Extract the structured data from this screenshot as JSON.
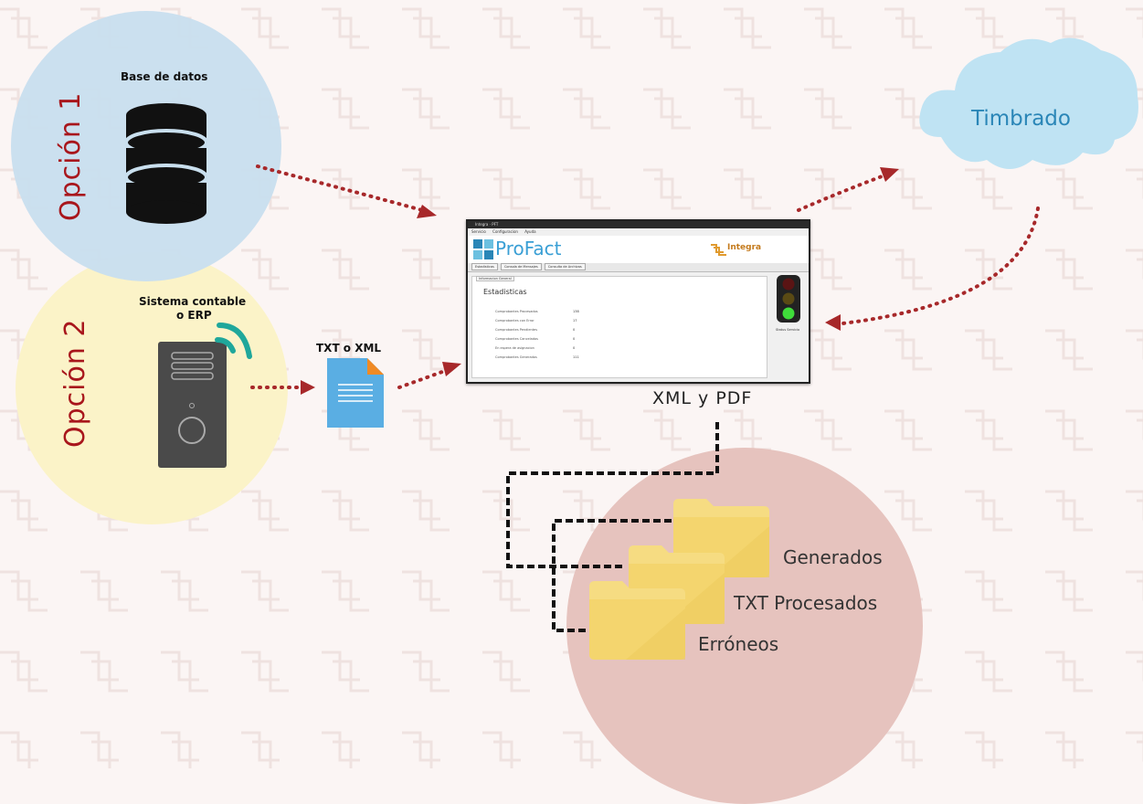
{
  "colors": {
    "background": "#fbf5f4",
    "option1_fill": "#c9dfee",
    "option2_fill": "#fbf3c8",
    "output_fill": "#e6c3be",
    "accent_red": "#a8161c",
    "cloud_fill": "#bfe3f3",
    "cloud_text": "#2a86b7",
    "arrow_red": "#a7282a",
    "wifi_teal": "#1fa79b",
    "document_blue": "#5aaee3",
    "folder_yellow": "#f6dc82"
  },
  "option1": {
    "label": "Opción 1",
    "db_label": "Base de datos",
    "icon": "database-icon"
  },
  "option2": {
    "label": "Opción 2",
    "device_label_line1": "Sistema contable",
    "device_label_line2": "o ERP",
    "icon": "server-tower-icon"
  },
  "document": {
    "label": "TXT o XML",
    "icon": "document-icon"
  },
  "cloud": {
    "label": "Timbrado",
    "icon": "cloud-icon"
  },
  "output": {
    "label": "XML y PDF"
  },
  "folders": [
    {
      "label": "Generados",
      "icon": "folder-icon"
    },
    {
      "label": "TXT Procesados",
      "icon": "folder-icon"
    },
    {
      "label": "Erróneos",
      "icon": "folder-icon"
    }
  ],
  "app": {
    "window_title": "Integra · PFT",
    "menu": [
      "Servicio",
      "Configuracion",
      "Ayuda"
    ],
    "logo": "ProFact",
    "brand": "Integra",
    "tabs": [
      "Estadisticas",
      "Consola de Mensajes",
      "Consulta de Archivos"
    ],
    "section_tab": "Informacion General",
    "section_title": "Estadisticas",
    "stats": [
      {
        "label": "Comprobantes Procesados",
        "value": "138"
      },
      {
        "label": "Comprobantes con Error",
        "value": "17"
      },
      {
        "label": "Comprobantes Pendientes",
        "value": "0"
      },
      {
        "label": "Comprobantes Cancelados",
        "value": "0"
      },
      {
        "label": "En espera de asignacion",
        "value": "0"
      },
      {
        "label": "Comprobantes Generados",
        "value": "111"
      }
    ],
    "status_label": "Status Servicio"
  }
}
